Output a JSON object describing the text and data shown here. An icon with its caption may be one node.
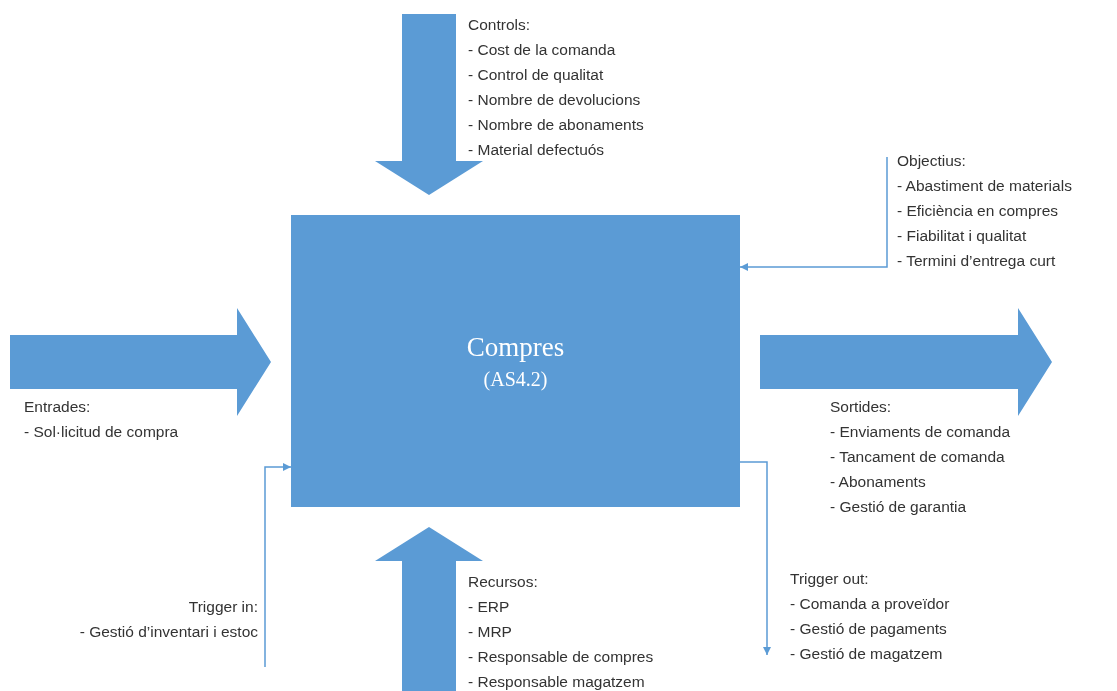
{
  "diagram": {
    "nodes": [
      {
        "text": [
          "Compres",
          "(AS4.2)"
        ]
      },
      {
        "text": [
          "Controls:",
          "- Cost de la comanda",
          "- Control de qualitat",
          "- Nombre de devolucions",
          "- Nombre de abonaments",
          "- Material defectuós"
        ]
      },
      {
        "text": [
          "Objectius:",
          "- Abastiment de materials",
          "- Eficiència en compres",
          "- Fiabilitat i qualitat",
          "- Termini d’entrega curt"
        ]
      },
      {
        "text": [
          "Entrades:",
          "- Sol·licitud de compra"
        ]
      },
      {
        "text": [
          "Sortides:",
          "- Enviaments de comanda",
          "- Tancament de comanda",
          "- Abonaments",
          "- Gestió de garantia"
        ]
      },
      {
        "text": [
          "Trigger in:",
          "- Gestió d’inventari i estoc"
        ]
      },
      {
        "text": [
          "Recursos:",
          "- ERP",
          "- MRP",
          "- Responsable de compres",
          "- Responsable magatzem"
        ]
      },
      {
        "text": [
          "Trigger out:",
          "- Comanda a proveïdor",
          "- Gestió de pagaments",
          "- Gestió de magatzem"
        ]
      }
    ],
    "edges": [
      {
        "from": null,
        "to": 0,
        "arrow": "to",
        "style": "thick"
      },
      {
        "from": null,
        "to": 0,
        "arrow": "to",
        "style": "thick"
      },
      {
        "from": 0,
        "to": null,
        "arrow": "to",
        "style": "thick"
      },
      {
        "from": null,
        "to": 0,
        "arrow": "to",
        "style": "thick"
      },
      {
        "from": 2,
        "to": 0,
        "arrow": "to"
      },
      {
        "from": 5,
        "to": 0,
        "arrow": "to"
      },
      {
        "from": 0,
        "to": 7,
        "arrow": "to"
      }
    ]
  }
}
